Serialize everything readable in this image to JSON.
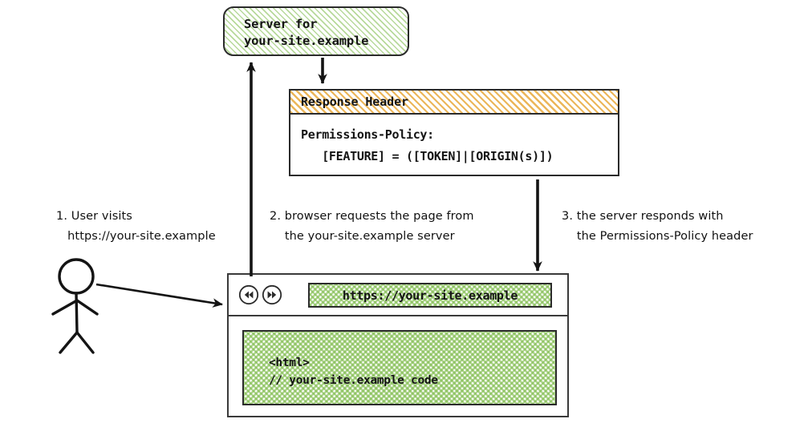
{
  "diagram": {
    "title": "Permissions-Policy response header flow",
    "colors": {
      "green_hatch": "#7cba48",
      "orange_hatch": "#e8a93c",
      "stroke": "#2b2b2b",
      "background": "#ffffff"
    }
  },
  "server": {
    "label_line1": "Server for",
    "label_line2": "your-site.example",
    "label": "Server for\nyour-site.example"
  },
  "response_header": {
    "title": "Response Header",
    "body_line1": "Permissions-Policy:",
    "body_line2": "   [FEATURE] = ([TOKEN]|[ORIGIN(s)])",
    "body": "Permissions-Policy:\n   [FEATURE] = ([TOKEN]|[ORIGIN(s)])"
  },
  "browser": {
    "back_icon": "rewind-icon",
    "forward_icon": "fast-forward-icon",
    "url": "https://your-site.example",
    "viewport_line1": "<html>",
    "viewport_line2": "// your-site.example code",
    "viewport_code": "<html>\n// your-site.example code"
  },
  "annotations": [
    {
      "id": "step-1",
      "line1": "1. User visits",
      "line2": "   https://your-site.example",
      "text": "1. User visits\n   https://your-site.example"
    },
    {
      "id": "step-2",
      "line1": "2. browser requests the page from",
      "line2": "    the your-site.example server",
      "text": "2. browser requests the page from\n    the your-site.example server"
    },
    {
      "id": "step-3",
      "line1": "3. the server responds with",
      "line2": "    the Permissions-Policy header",
      "text": "3. the server responds with\n    the Permissions-Policy header"
    }
  ],
  "actor": {
    "name": "user-stick-figure"
  },
  "arrows": [
    {
      "name": "user-to-browser-arrow",
      "from": "user",
      "to": "browser"
    },
    {
      "name": "browser-to-server-arrow",
      "from": "browser",
      "to": "server"
    },
    {
      "name": "server-to-response-header-arrow",
      "from": "server",
      "to": "response-header"
    },
    {
      "name": "response-header-to-browser-arrow",
      "from": "response-header",
      "to": "browser"
    }
  ]
}
